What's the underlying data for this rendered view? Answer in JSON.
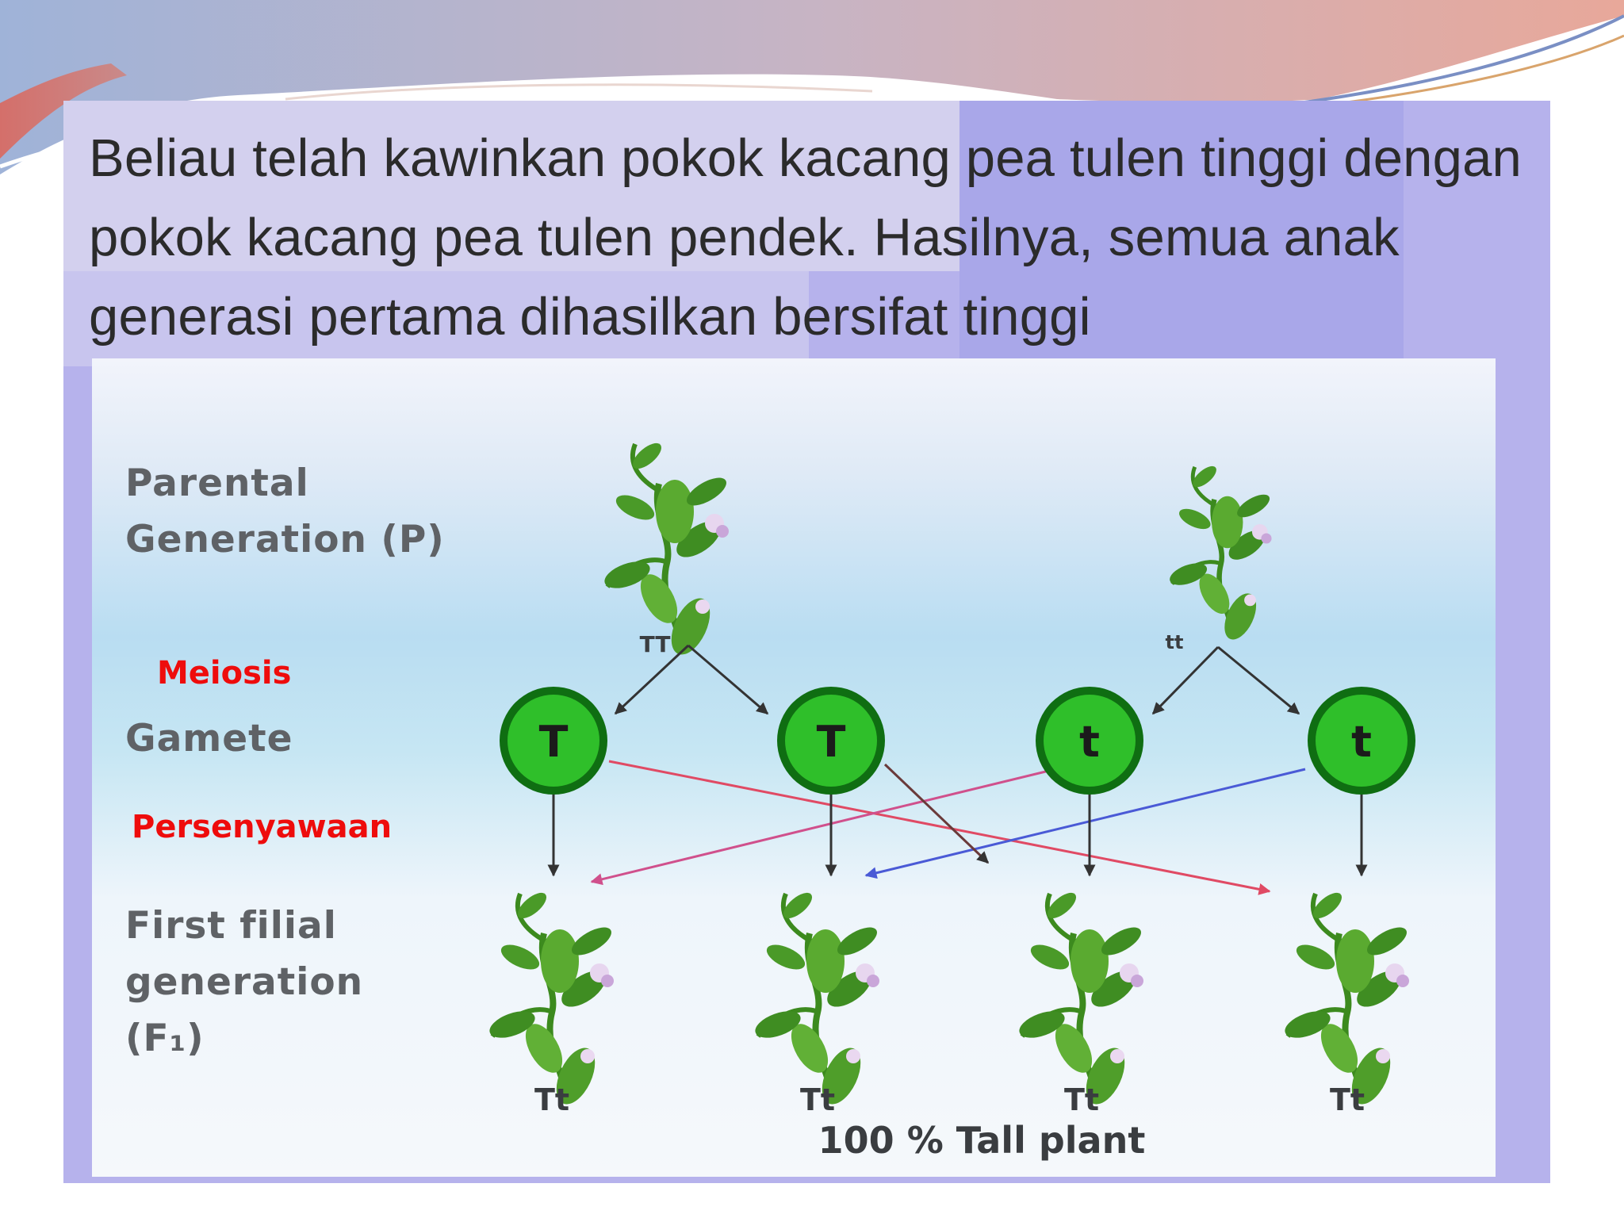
{
  "caption": "Beliau telah kawinkan pokok kacang pea tulen tinggi dengan pokok kacang pea tulen pendek. Hasilnya, semua anak generasi pertama dihasilkan bersifat tinggi",
  "labels": {
    "parental": "Parental Generation (P)",
    "meiosis": "Meiosis",
    "gamete": "Gamete",
    "fertilisation": "Persenyawaan",
    "first_filial": "First filial generation (F₁)"
  },
  "parents": [
    {
      "genotype": "TT",
      "icon": "pea-plant-icon"
    },
    {
      "genotype": "tt",
      "icon": "pea-plant-icon"
    }
  ],
  "gametes": [
    "T",
    "T",
    "t",
    "t"
  ],
  "offspring": [
    {
      "genotype": "Tt",
      "icon": "pea-plant-icon"
    },
    {
      "genotype": "Tt",
      "icon": "pea-plant-icon"
    },
    {
      "genotype": "Tt",
      "icon": "pea-plant-icon"
    },
    {
      "genotype": "Tt",
      "icon": "pea-plant-icon"
    }
  ],
  "result": "100 % Tall plant",
  "colors": {
    "gamete_fill": "#2fbf2a",
    "gamete_ring": "#0f6e12",
    "arrow_dark": "#333333",
    "arrow_red": "#e04a64",
    "arrow_blue": "#4a5ad6",
    "label_red": "#ee0c0c"
  }
}
